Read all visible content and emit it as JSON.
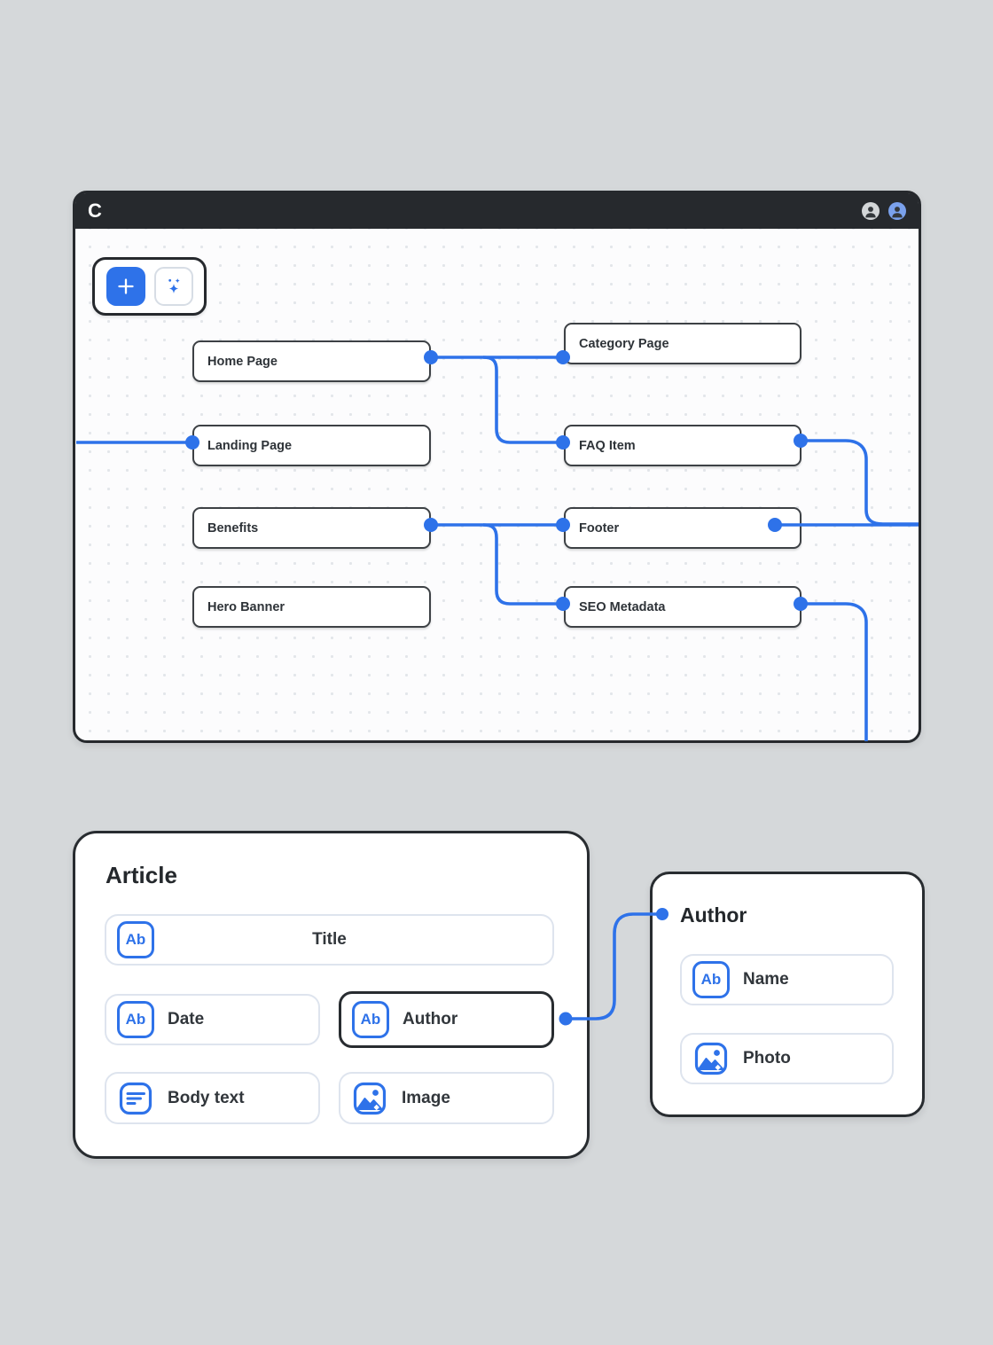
{
  "colors": {
    "accent": "#2e72e9",
    "titlebar_bg": "#26292d",
    "page_bg": "#d5d8da",
    "canvas_bg": "#fcfcfd",
    "node_border": "#3d4145",
    "field_border": "#dee4ee",
    "avatar_1_bg": "#d3d6d8",
    "avatar_2_bg": "#7aa1ec"
  },
  "window": {
    "logo": "C",
    "toolbar": {
      "buttons": [
        {
          "name": "add",
          "icon": "plus-icon"
        },
        {
          "name": "ai",
          "icon": "sparkle-icon"
        }
      ]
    },
    "avatars": [
      {
        "icon": "user-avatar-icon",
        "variant": "light"
      },
      {
        "icon": "user-avatar-icon",
        "variant": "blue"
      }
    ],
    "nodes": [
      {
        "label": "Home Page"
      },
      {
        "label": "Landing Page"
      },
      {
        "label": "Benefits"
      },
      {
        "label": "Hero Banner"
      },
      {
        "label": "Category Page"
      },
      {
        "label": "FAQ Item"
      },
      {
        "label": "Footer"
      },
      {
        "label": "SEO Metadata"
      }
    ],
    "connections": [
      "canvas-left-edge -> Landing Page",
      "Home Page -> Category Page",
      "Home Page -> FAQ Item",
      "Benefits -> Footer",
      "Benefits -> SEO Metadata",
      "FAQ Item -> canvas-right-edge",
      "Footer -> canvas-right-edge",
      "SEO Metadata -> canvas-bottom-edge"
    ]
  },
  "article": {
    "title": "Article",
    "fields": [
      {
        "label": "Title",
        "icon": "text-field-icon"
      },
      {
        "label": "Date",
        "icon": "text-field-icon"
      },
      {
        "label": "Author",
        "icon": "text-field-icon",
        "selected": true,
        "linked_to": "Author"
      },
      {
        "label": "Body text",
        "icon": "rich-text-icon"
      },
      {
        "label": "Image",
        "icon": "image-icon"
      }
    ]
  },
  "author": {
    "title": "Author",
    "fields": [
      {
        "label": "Name",
        "icon": "text-field-icon"
      },
      {
        "label": "Photo",
        "icon": "image-icon"
      }
    ]
  },
  "icons": {
    "ab_glyph": "Ab"
  }
}
